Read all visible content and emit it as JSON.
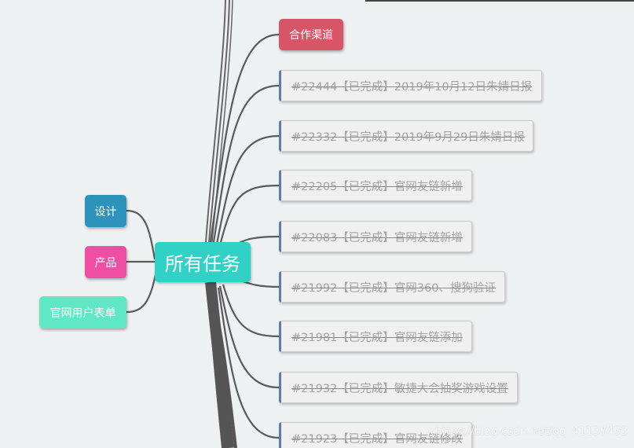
{
  "mindmap": {
    "root": {
      "label": "所有任务",
      "color": "#2fd2c5"
    },
    "left_branches": [
      {
        "label": "设计",
        "color": "#2e93bb"
      },
      {
        "label": "产品",
        "color": "#ef4ea2"
      },
      {
        "label": "官网用户表单",
        "color": "#60e8c4"
      }
    ],
    "channel": {
      "label": "合作渠道",
      "color": "#d65667"
    },
    "tasks": [
      {
        "label": "#22444【已完成】2019年10月12日朱婧日报",
        "status": "completed"
      },
      {
        "label": "#22332【已完成】2019年9月29日朱婧日报",
        "status": "completed"
      },
      {
        "label": "#22205【已完成】官网友链新增",
        "status": "completed"
      },
      {
        "label": "#22083【已完成】官网友链新增",
        "status": "completed"
      },
      {
        "label": "#21992【已完成】官网360、搜狗验证",
        "status": "completed"
      },
      {
        "label": "#21981【已完成】官网友链添加",
        "status": "completed"
      },
      {
        "label": "#21932【已完成】敏捷大会抽奖游戏设置",
        "status": "completed"
      },
      {
        "label": "#21923【已完成】官网友链修改",
        "status": "completed"
      }
    ],
    "connector_color": "#5a5a5a",
    "task_accent_color": "#5c7ea6"
  },
  "watermark": "https://blog.csdn.net/qq_41137493"
}
